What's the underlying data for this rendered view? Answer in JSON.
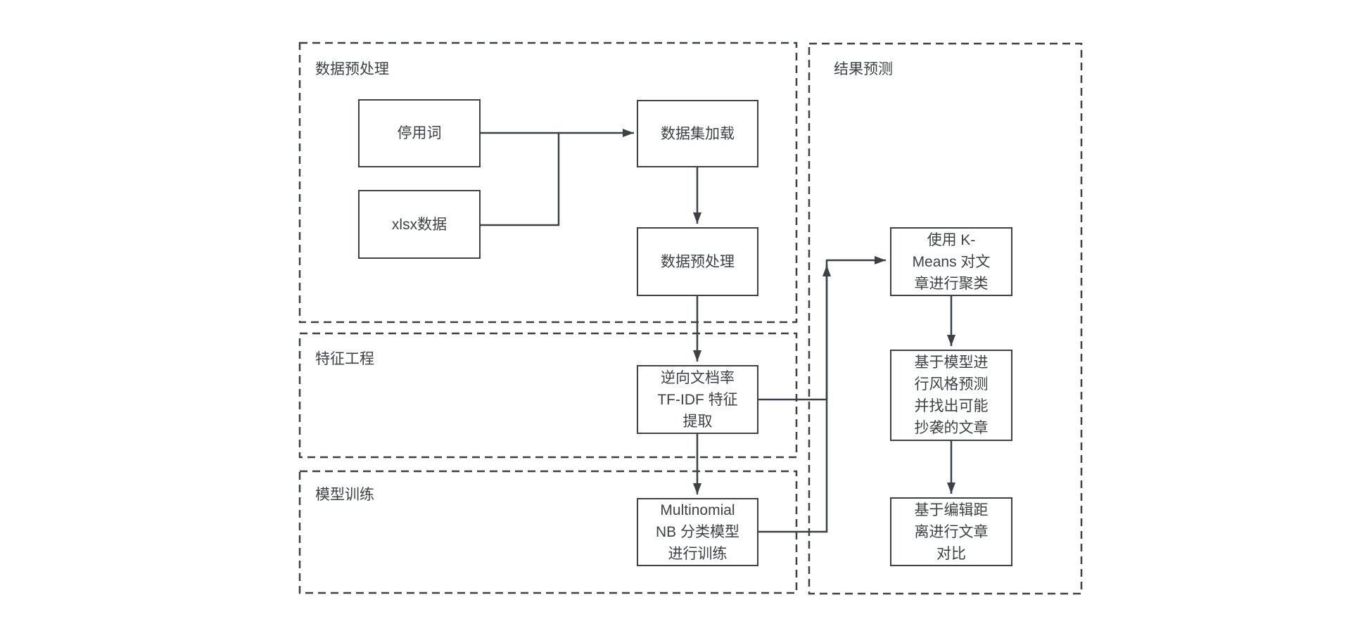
{
  "diagram": {
    "colors": {
      "ink": "#3d4145",
      "background": "#ffffff",
      "node_fill": "#ffffff"
    },
    "containers": [
      {
        "label": "数据预处理"
      },
      {
        "label": "特征工程"
      },
      {
        "label": "模型训练"
      },
      {
        "label": "结果预测"
      }
    ],
    "nodes": {
      "stopwords": {
        "label": "停用词"
      },
      "xlsx_data": {
        "label": "xlsx数据"
      },
      "dataset_load": {
        "label": "数据集加载"
      },
      "data_preprocess": {
        "label": "数据预处理"
      },
      "tfidf": {
        "label": "逆向文档率\nTF-IDF 特征\n提取"
      },
      "multinomial_nb": {
        "label": "Multinomial\nNB 分类模型\n进行训练"
      },
      "kmeans": {
        "label": "使用 K-\nMeans 对文\n章进行聚类"
      },
      "style_predict": {
        "label": "基于模型进\n行风格预测\n并找出可能\n抄袭的文章"
      },
      "edit_distance": {
        "label": "基于编辑距\n离进行文章\n对比"
      }
    }
  }
}
